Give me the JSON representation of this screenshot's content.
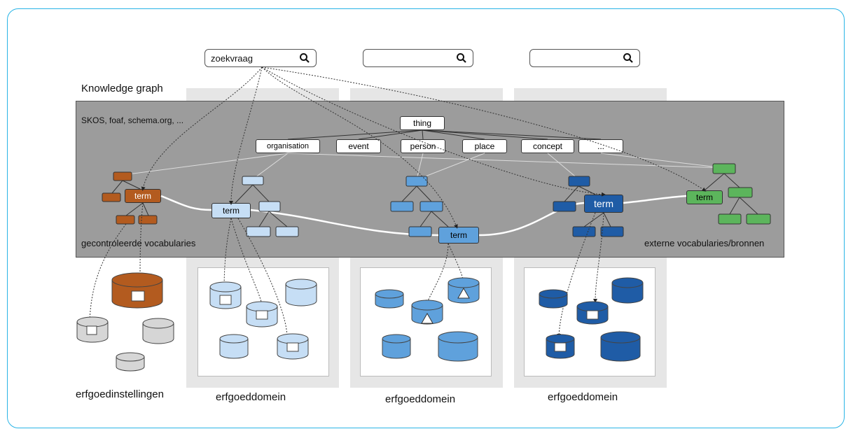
{
  "search": {
    "query": "zoekvraag"
  },
  "knowledge_graph": {
    "title": "Knowledge graph",
    "vocab_sources": "SKOS, foaf, schema.org, ...",
    "root": "thing",
    "classes": [
      "organisation",
      "event",
      "person",
      "place",
      "concept",
      "..."
    ],
    "term_label": "term",
    "left_caption": "gecontroleerde vocabularies",
    "right_caption": "externe vocabularies/bronnen"
  },
  "columns": {
    "institutions": "erfgoedinstellingen",
    "domain1": "erfgoeddomein",
    "domain2": "erfgoeddomein",
    "domain3": "erfgoeddomein"
  },
  "colors": {
    "frame": "#29b4e6",
    "orange": "#b35b1f",
    "light_blue": "#c6def5",
    "mid_blue": "#5fa1dc",
    "dark_blue": "#1f5ca6",
    "green": "#5cb55c",
    "gray_db": "#d6d6d6"
  }
}
